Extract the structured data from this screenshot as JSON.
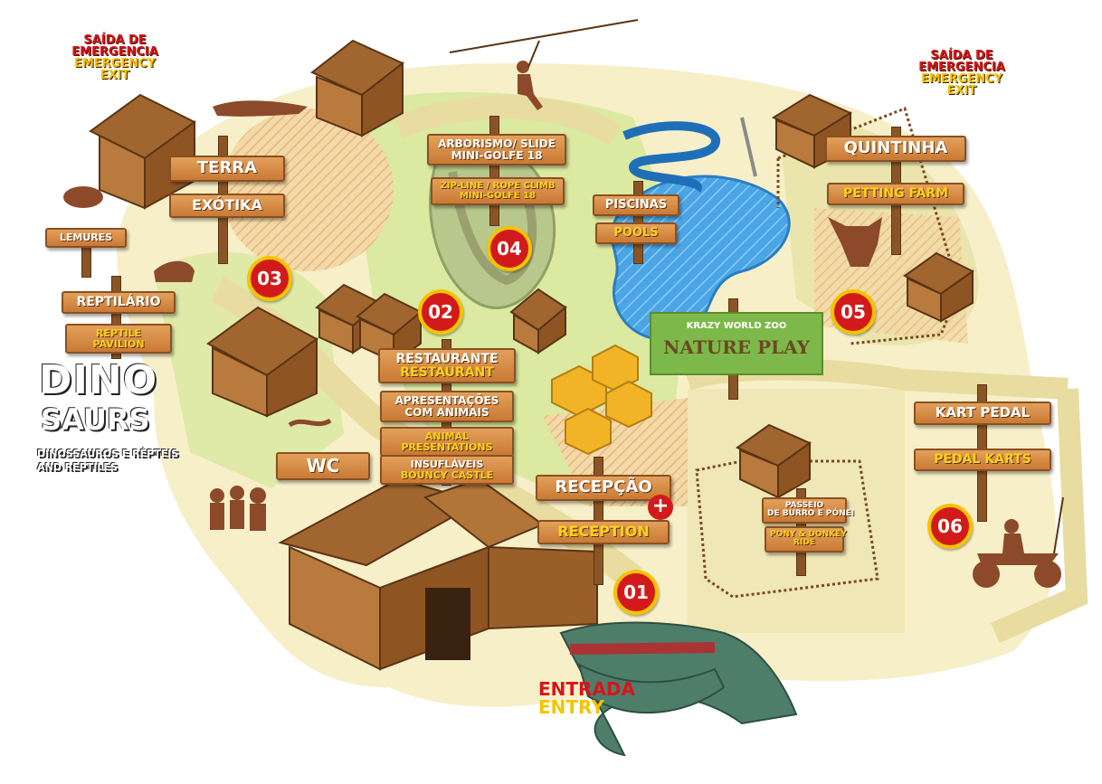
{
  "colors": {
    "path": "#f1e7b2",
    "grass": "#cfe38c",
    "water": "#3f9ee0",
    "wood": "#c97a35",
    "badge_red": "#d31a1a",
    "badge_yellow": "#f4c400"
  },
  "exits": [
    {
      "line1": "SAÍDA DE",
      "line2": "EMERGENCIA",
      "line3": "EMERGENCY",
      "line4": "EXIT"
    },
    {
      "line1": "SAÍDA DE",
      "line2": "EMERGENCIA",
      "line3": "EMERGENCY",
      "line4": "EXIT"
    }
  ],
  "areas": {
    "terra": {
      "title": "TERRA",
      "subtitle": "EXÓTIKA"
    },
    "lemures": "LEMURES",
    "reptilario": {
      "title": "REPTILÁRIO",
      "subtitle": "REPTILE PAVILION"
    },
    "dino": {
      "title1": "DINO",
      "title2": "SAURS",
      "line1": "DINOSSAUROS E RÉPTEIS",
      "line2": "AND REPTILES"
    },
    "arborismo": {
      "title1": "ARBORISMO/ SLIDE",
      "title2": "MINI-GOLFE 18",
      "subtitle1": "ZIP-LINE / ROPE CLIMB",
      "subtitle2": "MINI-GOLFE 18"
    },
    "piscinas": {
      "title": "PISCINAS",
      "subtitle": "POOLS"
    },
    "quintinha": {
      "title": "QUINTINHA",
      "subtitle": "PETTING FARM"
    },
    "restaurante": {
      "title": "RESTAURANTE",
      "subtitle": "RESTAURANT"
    },
    "apresentacoes": {
      "title1": "APRESENTAÇÕES",
      "title2": "COM ANIMAIS",
      "subtitle1": "ANIMAL",
      "subtitle2": "PRESENTATIONS"
    },
    "insuflaveis": {
      "title": "INSUFLÁVEIS",
      "subtitle": "BOUNCY CASTLE"
    },
    "wc": "WC",
    "recepcao": {
      "title": "RECEPÇÃO",
      "subtitle": "RECEPTION"
    },
    "nature_play": {
      "small": "KRAZY WORLD ZOO",
      "big": "NATURE PLAY"
    },
    "passeio": {
      "title1": "PASSEIO",
      "title2": "DE BURRO E PÓNEI",
      "subtitle1": "PONY & DONKEY",
      "subtitle2": "RIDE"
    },
    "kart": {
      "title": "KART PEDAL",
      "subtitle": "PEDAL KARTS"
    },
    "entrada": {
      "line1": "ENTRADA",
      "line2": "ENTRY"
    }
  },
  "badges": [
    "01",
    "02",
    "03",
    "04",
    "05",
    "06"
  ]
}
